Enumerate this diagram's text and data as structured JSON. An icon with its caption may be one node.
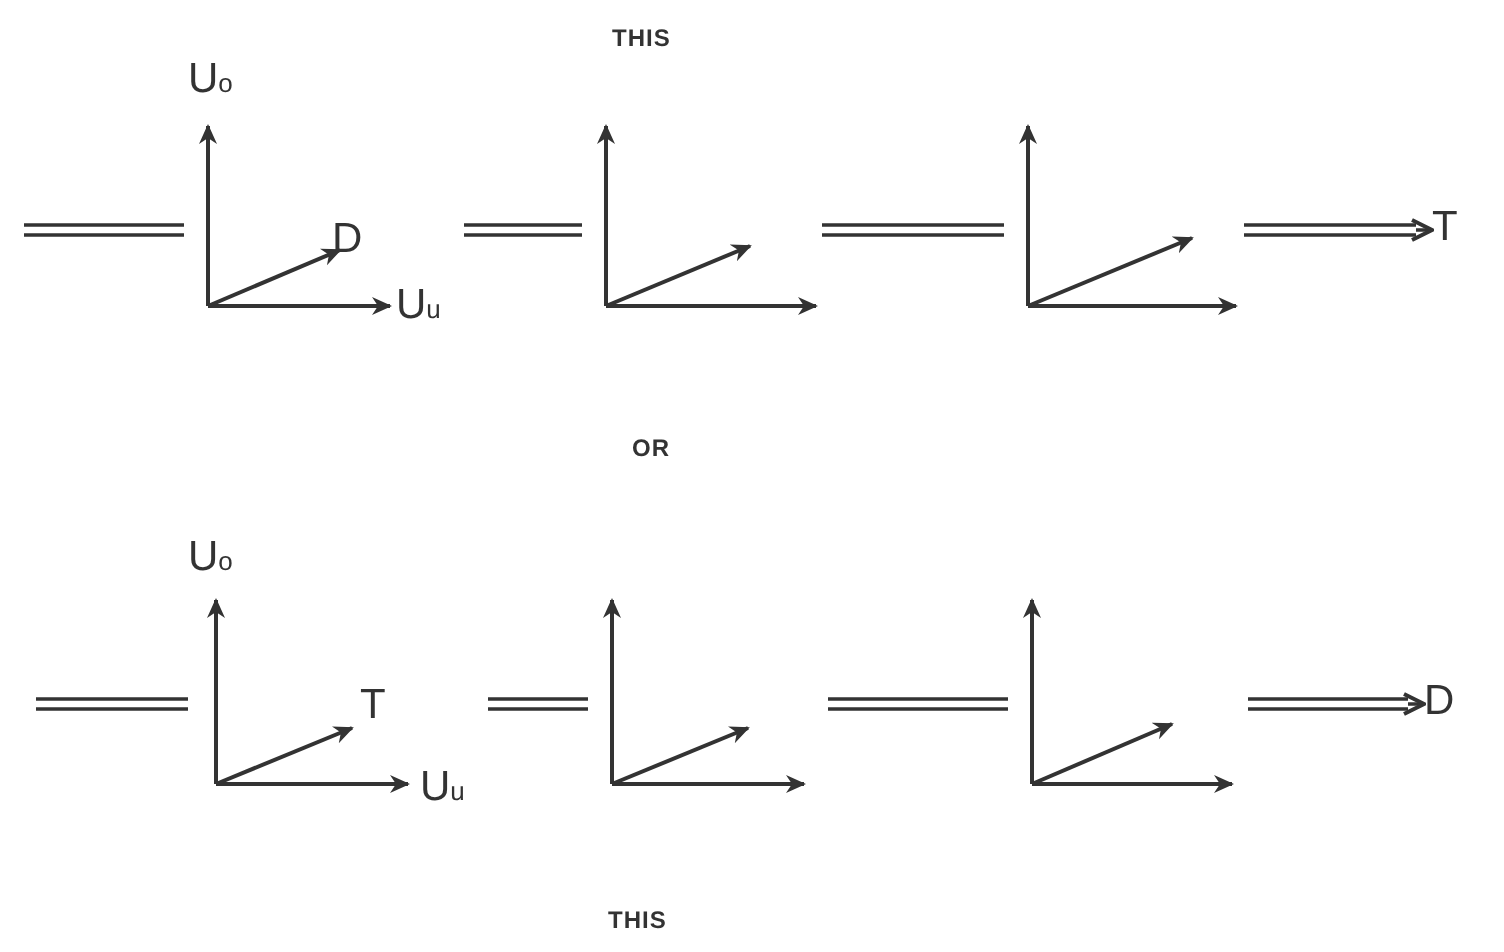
{
  "diagram": {
    "nodes": [
      {
        "text": [
          "U$_{o}$",
          "D",
          "U$_{u}$"
        ]
      },
      {
        "text": [],
        "shape": "picture"
      },
      {
        "text": [],
        "shape": "picture"
      },
      {
        "text": [
          "T"
        ]
      },
      {
        "text": [
          "U$_{o}$",
          "T",
          "U$_{u}$"
        ]
      },
      {
        "text": [],
        "shape": "picture"
      },
      {
        "text": [],
        "shape": "picture"
      },
      {
        "text": [
          "D"
        ]
      }
    ],
    "edges": [
      {
        "from": null,
        "to": 0,
        "arrow": "none"
      },
      {
        "from": 0,
        "to": 1,
        "arrow": "none"
      },
      {
        "from": 1,
        "to": 2,
        "arrow": "none"
      },
      {
        "from": 2,
        "to": 3,
        "arrow": "to"
      },
      {
        "from": null,
        "to": 4,
        "arrow": "none"
      },
      {
        "from": 4,
        "to": 5,
        "arrow": "none"
      },
      {
        "from": 5,
        "to": 6,
        "arrow": "none"
      },
      {
        "from": 6,
        "to": 7,
        "arrow": "to"
      }
    ],
    "labels": [
      "THIS",
      "OR",
      "THIS"
    ]
  }
}
